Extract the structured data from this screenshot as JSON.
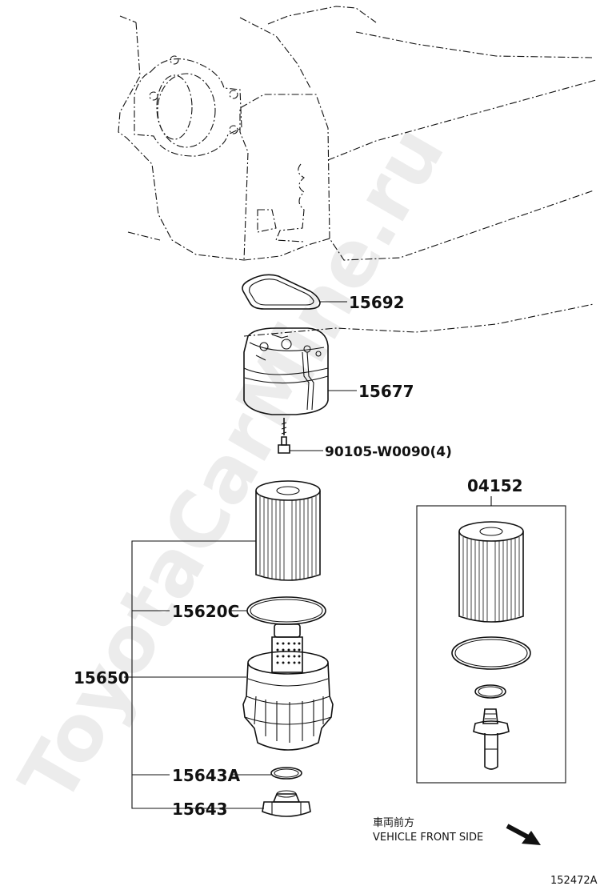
{
  "watermark": "ToyotaCarMine.ru",
  "parts": {
    "gasket_top": "15692",
    "cover": "15677",
    "bolt": "90105-W0090(4)",
    "kit": "04152",
    "assembly": "15650",
    "o_ring": "15620C",
    "gasket_small": "15643A",
    "drain_plug": "15643"
  },
  "direction": {
    "japanese": "車両前方",
    "english": "VEHICLE FRONT SIDE"
  },
  "diagram_code": "152472A"
}
